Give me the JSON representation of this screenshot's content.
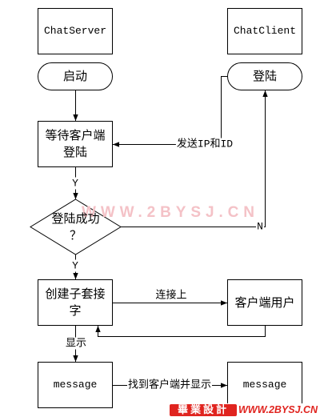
{
  "colors": {
    "line": "#000000",
    "watermark": "#f4c2c7",
    "logo_red": "#e0241f"
  },
  "server": {
    "title": "ChatServer",
    "start": "启动",
    "wait_login": "等待客户端\n登陆",
    "login_success": "登陆成功\n？",
    "create_socket": "创建子套接\n字",
    "message": "message"
  },
  "client": {
    "title": "ChatClient",
    "login": "登陆",
    "client_user": "客户端用户",
    "message": "message"
  },
  "edges": {
    "send_ip_id": "发送IP和ID",
    "login_yes": "Y",
    "decision_no": "N",
    "decision_yes": "Y",
    "connected": "连接上",
    "display": "显示",
    "find_client_display": "找到客户端并显示"
  },
  "watermark": "WWW.2BYSJ.CN",
  "logo": {
    "badge": "畢業設計",
    "site": "WWW.2BYSJ.CN"
  }
}
